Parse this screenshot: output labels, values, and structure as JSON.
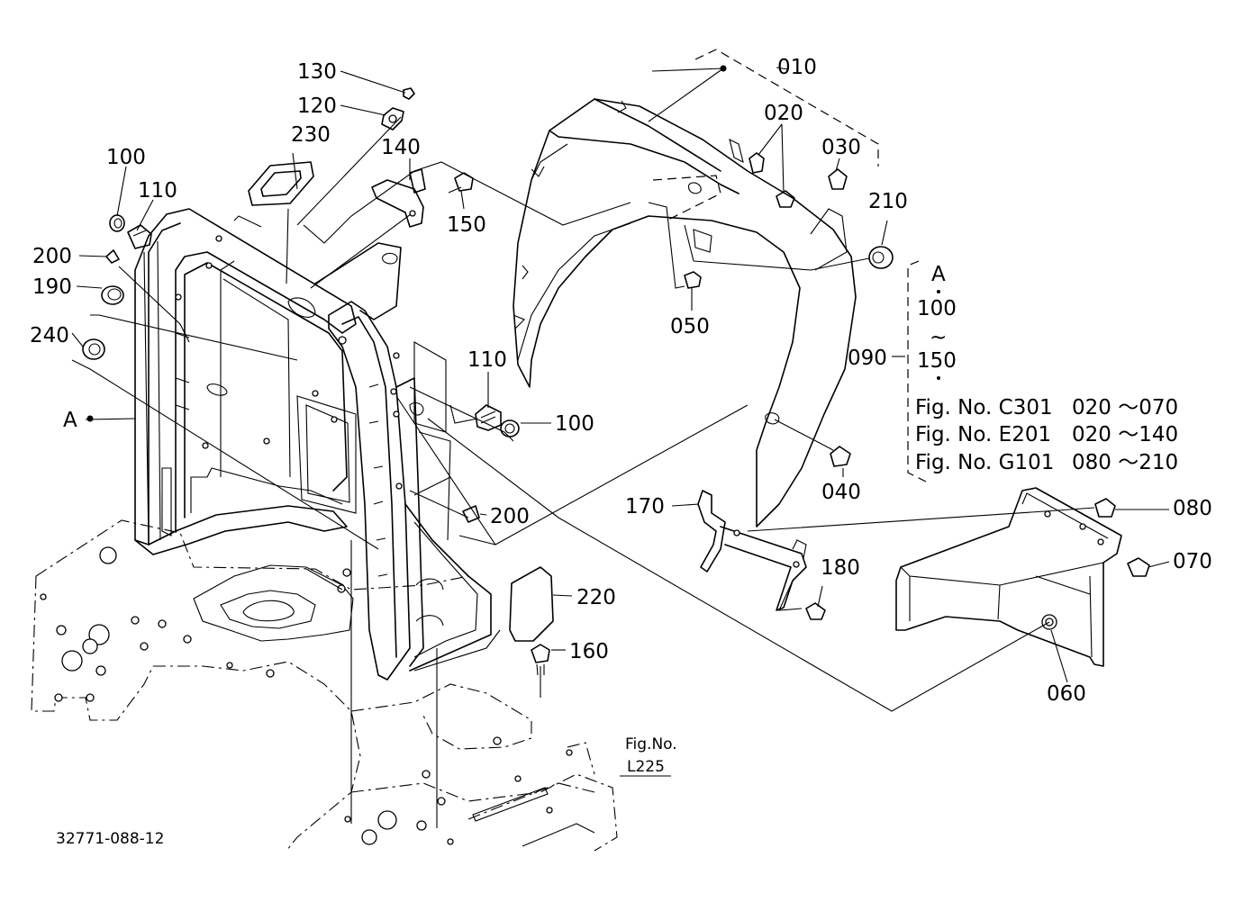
{
  "document_id": "32771-088-12",
  "reference": {
    "line1": "Fig.No.",
    "line2": "L225"
  },
  "callouts": [
    {
      "id": "p010",
      "text": "010"
    },
    {
      "id": "p020",
      "text": "020"
    },
    {
      "id": "p030",
      "text": "030"
    },
    {
      "id": "p040",
      "text": "040"
    },
    {
      "id": "p050",
      "text": "050"
    },
    {
      "id": "p060",
      "text": "060"
    },
    {
      "id": "p070",
      "text": "070"
    },
    {
      "id": "p080",
      "text": "080"
    },
    {
      "id": "p090",
      "text": "090"
    },
    {
      "id": "p100a",
      "text": "100"
    },
    {
      "id": "p100b",
      "text": "100"
    },
    {
      "id": "p110a",
      "text": "110"
    },
    {
      "id": "p110b",
      "text": "110"
    },
    {
      "id": "p120",
      "text": "120"
    },
    {
      "id": "p130",
      "text": "130"
    },
    {
      "id": "p140",
      "text": "140"
    },
    {
      "id": "p150",
      "text": "150"
    },
    {
      "id": "p160",
      "text": "160"
    },
    {
      "id": "p170",
      "text": "170"
    },
    {
      "id": "p180",
      "text": "180"
    },
    {
      "id": "p190",
      "text": "190"
    },
    {
      "id": "p200a",
      "text": "200"
    },
    {
      "id": "p200b",
      "text": "200"
    },
    {
      "id": "p210",
      "text": "210"
    },
    {
      "id": "p220",
      "text": "220"
    },
    {
      "id": "p230",
      "text": "230"
    },
    {
      "id": "p240",
      "text": "240"
    },
    {
      "id": "pA",
      "text": "A"
    }
  ],
  "group_a": {
    "letter": "A",
    "range_start": "100",
    "tilde": "~",
    "range_end": "150"
  },
  "fig_refs": [
    {
      "fig": "Fig. No. C301",
      "range": "020 ～070"
    },
    {
      "fig": "Fig. No. E201",
      "range": "020 ～140"
    },
    {
      "fig": "Fig. No. G101",
      "range": "080 ～210"
    }
  ]
}
